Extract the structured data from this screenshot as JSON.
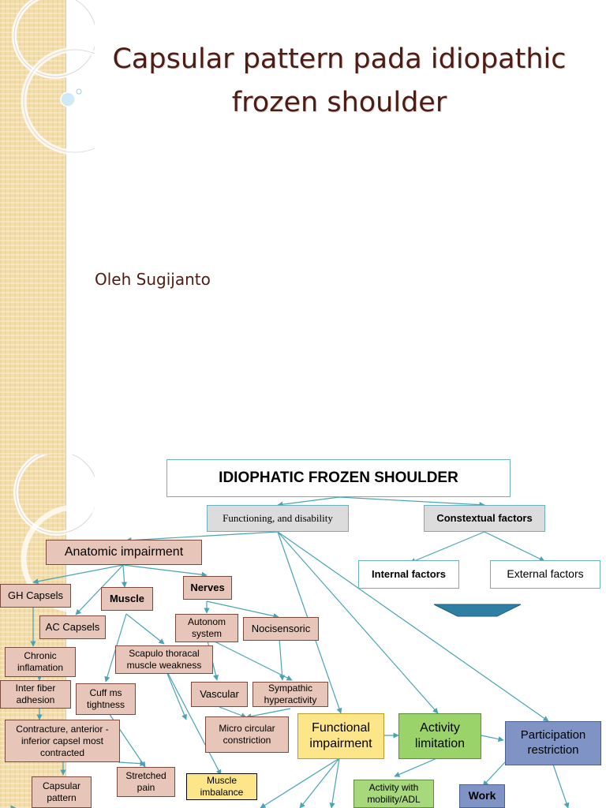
{
  "slide1": {
    "title": "Capsular pattern pada idiopathic frozen shoulder",
    "author": "Oleh Sugijanto"
  },
  "diagram": {
    "main_title": "IDIOPHATIC FROZEN SHOULDER",
    "functioning": "Functioning, and disability",
    "contextual": "Constextual factors",
    "internal": "Internal factors",
    "external": "External factors",
    "anatomic": "Anatomic impairment",
    "gh_capsels": "GH Capsels",
    "muscle": "Muscle",
    "nerves": "Nerves",
    "ac_capsels": "AC Capsels",
    "autonom": "Autonom system",
    "nocisensoric": "Nocisensoric",
    "chronic": "Chronic inflamation",
    "scapulo": "Scapulo thoracal muscle weakness",
    "inter_fiber": "Inter fiber adhesion",
    "cuff": "Cuff ms tightness",
    "vascular": "Vascular",
    "sympathic": "Sympathic hyperactivity",
    "contracture": "Contracture, anterior - inferior capsel most contracted",
    "micro": "Micro circular constriction",
    "functional": "Functional impairment",
    "activity": "Activity limitation",
    "participation": "Participation restriction",
    "stretched": "Stretched pain",
    "capsular": "Capsular pattern",
    "imbalance": "Muscle imbalance",
    "activity_mobility": "Activity with mobility/ADL",
    "work": "Work",
    "colors": {
      "connector": "#4aa3b5",
      "block_arrow": "#2f7fa3",
      "title_text": "#4d1c12"
    }
  }
}
